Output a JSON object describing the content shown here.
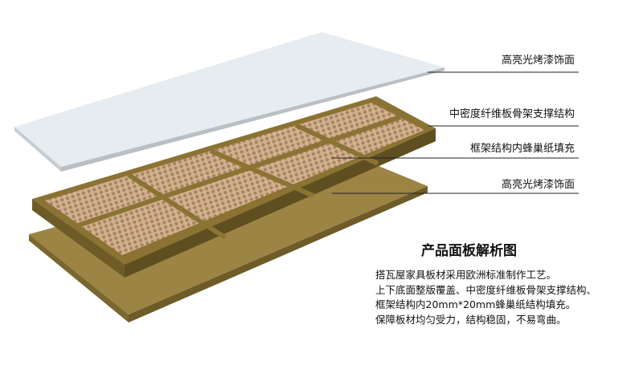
{
  "diagram": {
    "labels": [
      "高亮光烤漆饰面",
      "中密度纤维板骨架支撑结构",
      "框架结构内蜂巢纸填充",
      "高亮光烤漆饰面"
    ],
    "title": "产品面板解析图",
    "description": [
      "搭瓦屋家具板材采用欧洲标准制作工艺。",
      "上下底面整版覆盖、中密度纤维板骨架支撑结构、",
      "框架结构内20mm*20mm蜂巢纸结构填充。",
      "保障板材均匀受力，结构稳固，不易弯曲。"
    ],
    "colors": {
      "panel": "#e6ecef",
      "frame": "#8a7333",
      "honeycomb": "#c9a685",
      "board": "#9c8445"
    }
  }
}
